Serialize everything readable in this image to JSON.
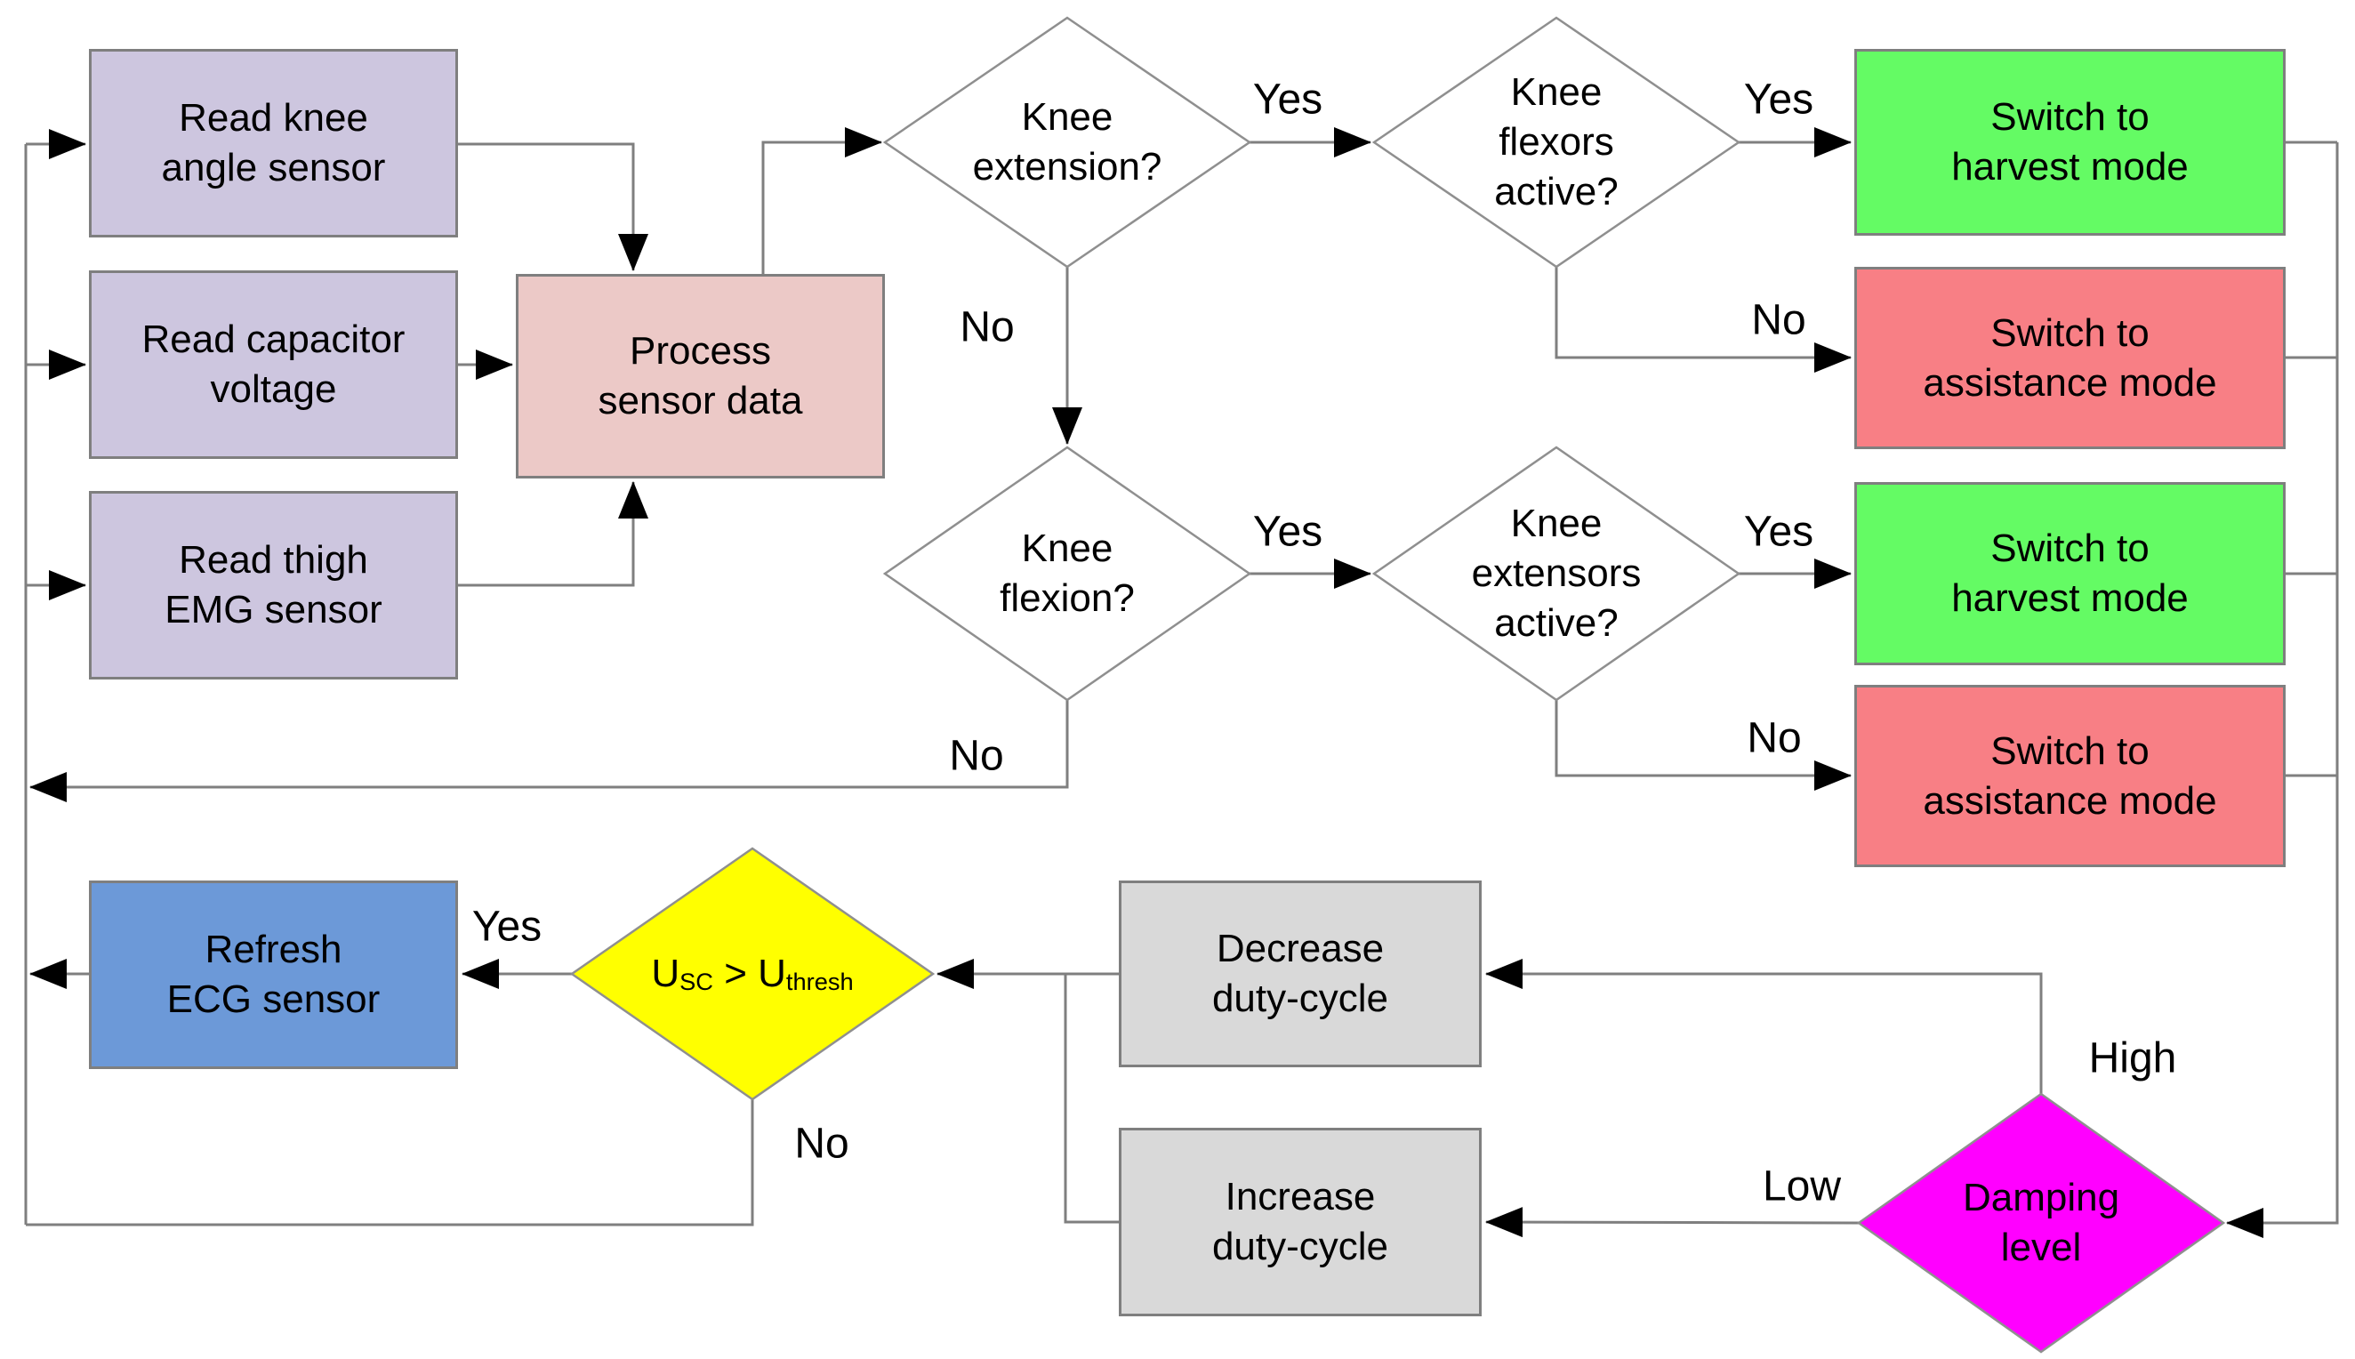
{
  "colors": {
    "sensor_box": "#cdc6df",
    "process_box": "#ecc9c7",
    "harvest_box": "#64fb64",
    "assistance_box": "#f87f85",
    "ecg_box": "#6c99d8",
    "duty_box": "#d9d9d9",
    "voltage_diamond": "#ffff00",
    "damping_diamond": "#ff00ff",
    "decision_diamond": "#ffffff",
    "connector_line": "#7f7f7f",
    "arrowhead": "#000000",
    "node_border": "#7f7f7f",
    "text": "#000000"
  },
  "nodes": [
    {
      "id": "read_knee",
      "shape": "box",
      "fill": "sensor_box",
      "label": "Read knee\nangle sensor"
    },
    {
      "id": "read_capacitor",
      "shape": "box",
      "fill": "sensor_box",
      "label": "Read capacitor\nvoltage"
    },
    {
      "id": "read_emg",
      "shape": "box",
      "fill": "sensor_box",
      "label": "Read thigh\nEMG sensor"
    },
    {
      "id": "process",
      "shape": "box",
      "fill": "process_box",
      "label": "Process\nsensor data"
    },
    {
      "id": "knee_extension",
      "shape": "diamond",
      "fill": "decision_diamond",
      "label": "Knee\nextension?"
    },
    {
      "id": "knee_flexors",
      "shape": "diamond",
      "fill": "decision_diamond",
      "label": "Knee\nflexors\nactive?"
    },
    {
      "id": "harvest1",
      "shape": "box",
      "fill": "harvest_box",
      "label": "Switch to\nharvest mode"
    },
    {
      "id": "assist1",
      "shape": "box",
      "fill": "assistance_box",
      "label": "Switch to\nassistance mode"
    },
    {
      "id": "knee_flexion",
      "shape": "diamond",
      "fill": "decision_diamond",
      "label": "Knee\nflexion?"
    },
    {
      "id": "knee_extensors",
      "shape": "diamond",
      "fill": "decision_diamond",
      "label": "Knee\nextensors\nactive?"
    },
    {
      "id": "harvest2",
      "shape": "box",
      "fill": "harvest_box",
      "label": "Switch to\nharvest mode"
    },
    {
      "id": "assist2",
      "shape": "box",
      "fill": "assistance_box",
      "label": "Switch to\nassistance mode"
    },
    {
      "id": "refresh_ecg",
      "shape": "box",
      "fill": "ecg_box",
      "label": "Refresh\nECG sensor"
    },
    {
      "id": "usc_check",
      "shape": "diamond",
      "fill": "voltage_diamond",
      "label_parts": [
        {
          "t": "U"
        },
        {
          "t": "SC",
          "sub": true
        },
        {
          "t": " > U"
        },
        {
          "t": "thresh",
          "sub": true
        }
      ]
    },
    {
      "id": "decrease_duty",
      "shape": "box",
      "fill": "duty_box",
      "label": "Decrease\nduty-cycle"
    },
    {
      "id": "increase_duty",
      "shape": "box",
      "fill": "duty_box",
      "label": "Increase\nduty-cycle"
    },
    {
      "id": "damping",
      "shape": "diamond",
      "fill": "damping_diamond",
      "label": "Damping\nlevel"
    }
  ],
  "edge_labels": [
    {
      "id": "yes1",
      "text": "Yes"
    },
    {
      "id": "yes2",
      "text": "Yes"
    },
    {
      "id": "yes3",
      "text": "Yes"
    },
    {
      "id": "yes4",
      "text": "Yes"
    },
    {
      "id": "yes5",
      "text": "Yes"
    },
    {
      "id": "no1",
      "text": "No"
    },
    {
      "id": "no2",
      "text": "No"
    },
    {
      "id": "no3",
      "text": "No"
    },
    {
      "id": "no4",
      "text": "No"
    },
    {
      "id": "no5",
      "text": "No"
    },
    {
      "id": "high",
      "text": "High"
    },
    {
      "id": "low",
      "text": "Low"
    }
  ]
}
